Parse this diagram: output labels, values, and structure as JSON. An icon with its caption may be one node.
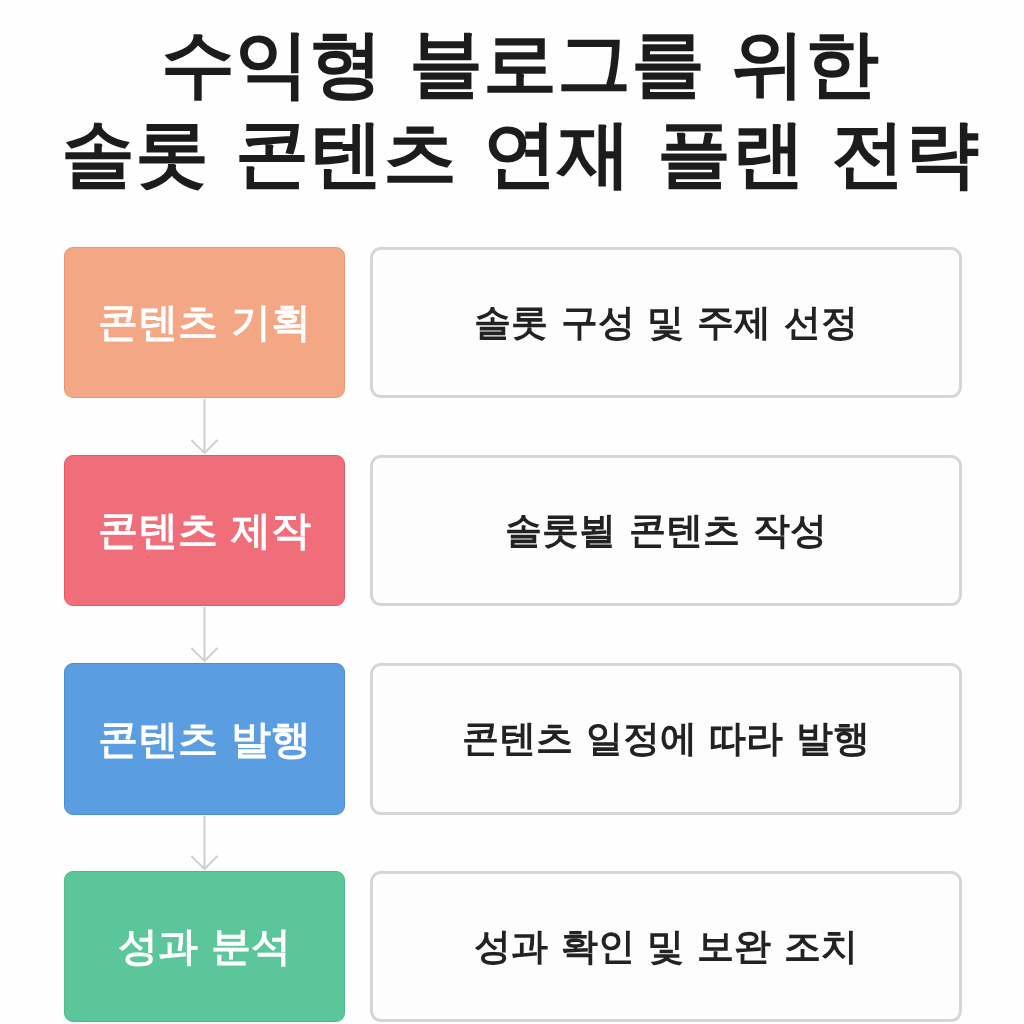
{
  "diagram": {
    "title": "수익형 블로그를 위한 솔롯 콘텐츠 연재 플랜 전략",
    "nodes": [
      {
        "text": [
          "콘텐츠 기획"
        ]
      },
      {
        "text": [
          "솔롯 구성 및 주제 선정"
        ]
      },
      {
        "text": [
          "콘텐츠 제작"
        ]
      },
      {
        "text": [
          "솔롯뵐 콘텐츠 작성"
        ]
      },
      {
        "text": [
          "콘텐츠 발행"
        ]
      },
      {
        "text": [
          "콘텐츠 일정에 따라 발행"
        ]
      },
      {
        "text": [
          "성과 분석"
        ]
      },
      {
        "text": [
          "성과 확인 및 보완 조치"
        ]
      }
    ],
    "edges": [
      {
        "from": 0,
        "to": 2,
        "arrow": "to"
      },
      {
        "from": 2,
        "to": 4,
        "arrow": "to"
      },
      {
        "from": 4,
        "to": 6,
        "arrow": "to"
      }
    ]
  }
}
